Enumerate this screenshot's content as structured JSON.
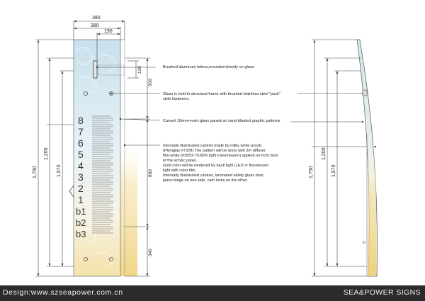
{
  "dimensions": {
    "width_outer": "380",
    "width_inner": "380",
    "width_half": "190",
    "letter_height": "130",
    "top_section": "500",
    "middle_section": "860",
    "bottom_section": "340",
    "total_height_outer": "1,750",
    "cabinet_height": "1,200",
    "glass_height": "1,570",
    "side_total_height": "1,750",
    "side_cabinet_height": "1,200",
    "side_glass_height": "1,570"
  },
  "floor_numbers": [
    "8",
    "7",
    "6",
    "5",
    "4",
    "3",
    "2",
    "1",
    "b1",
    "b2",
    "b3"
  ],
  "callouts": [
    {
      "lines": [
        "Brushed aluminum letters,mounted directly on glass"
      ]
    },
    {
      "lines": [
        "Glass is held to structural frame with brushed stainless steel \"puck\"",
        "style fasteners."
      ]
    },
    {
      "lines": [
        "Curved 10mm+resin glass panels w/ sand-blasted graphic patterns"
      ]
    },
    {
      "lines": [
        "Internally illuminated cabinet made by milky white acrylic",
        "(Plexiglas #7328) The pattern will be done with 3m diffuser",
        "film-white (#3653-70,60% light transmission) applied on front face",
        "of the acrylic panel.",
        "",
        "Gold color will be rendered by back light (LED or fluorescent",
        "light with color film.",
        "",
        "Internally illuminated cabinet, laminated safety glass door,",
        "piano hinge on one side, cam locks on the other."
      ]
    }
  ],
  "footer": {
    "left": "Design:www.szseapower.com.cn",
    "right": "SEA&POWER SIGNS"
  },
  "colors": {
    "footer_bg": "#2b2b2b",
    "glass_blue": "#cfe3ee",
    "gold_glow": "#f3dc9a",
    "line": "#333333"
  }
}
